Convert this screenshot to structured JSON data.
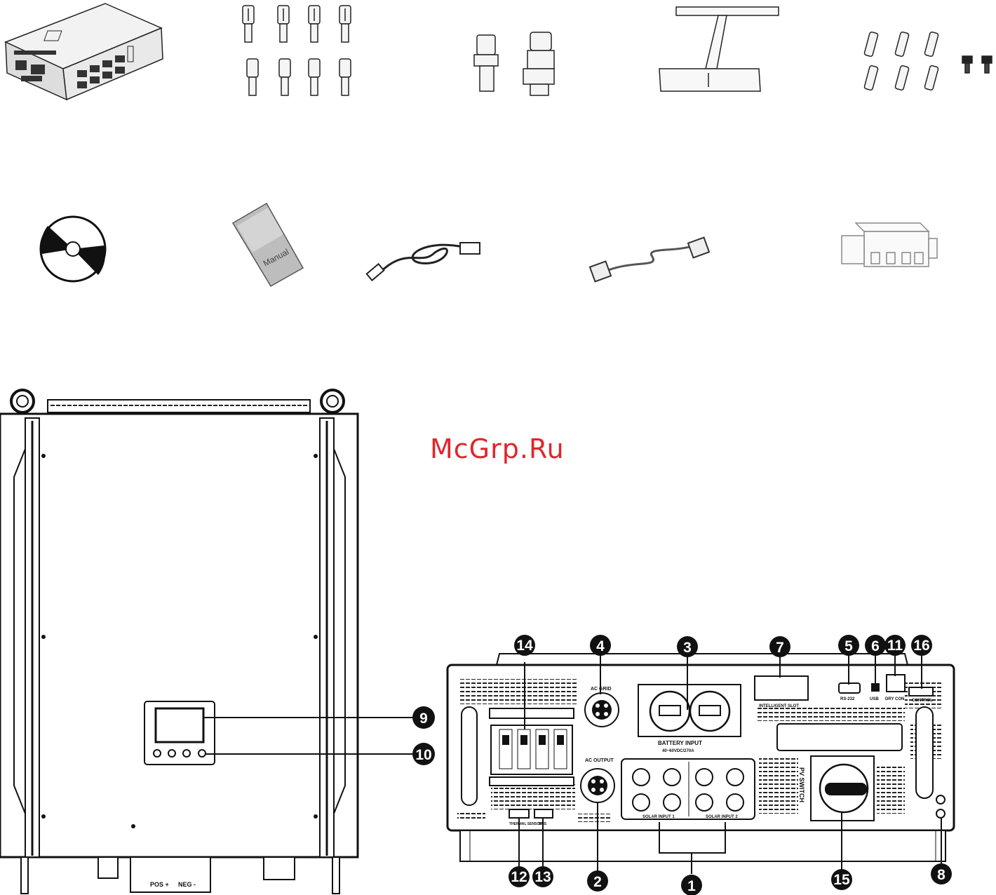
{
  "watermark": "McGrp.Ru",
  "manual_label": "Manual",
  "front_panel": {
    "terminal_left": "POS +",
    "terminal_right": "NEG -"
  },
  "rear_panel": {
    "ac_grid": "AC GRID",
    "ac_output": "AC OUTPUT",
    "battery_input": "BATTERY INPUT",
    "battery_spec": "40~60VDC/270A",
    "intelligent_slot": "INTELLIGENT SLOT",
    "rs232": "RS-232",
    "usb": "USB",
    "dry_contact": "DRY CON.",
    "control": "CONTROL",
    "solar_input_1": "SOLAR INPUT 1",
    "solar_input_2": "SOLAR INPUT 2",
    "pv_switch": "PV SWITCH",
    "thermal_sensor": "THERMAL SENSOR",
    "bms": "BMS"
  },
  "callouts": [
    "1",
    "2",
    "3",
    "4",
    "5",
    "6",
    "7",
    "8",
    "9",
    "10",
    "11",
    "12",
    "13",
    "14",
    "15",
    "16"
  ]
}
